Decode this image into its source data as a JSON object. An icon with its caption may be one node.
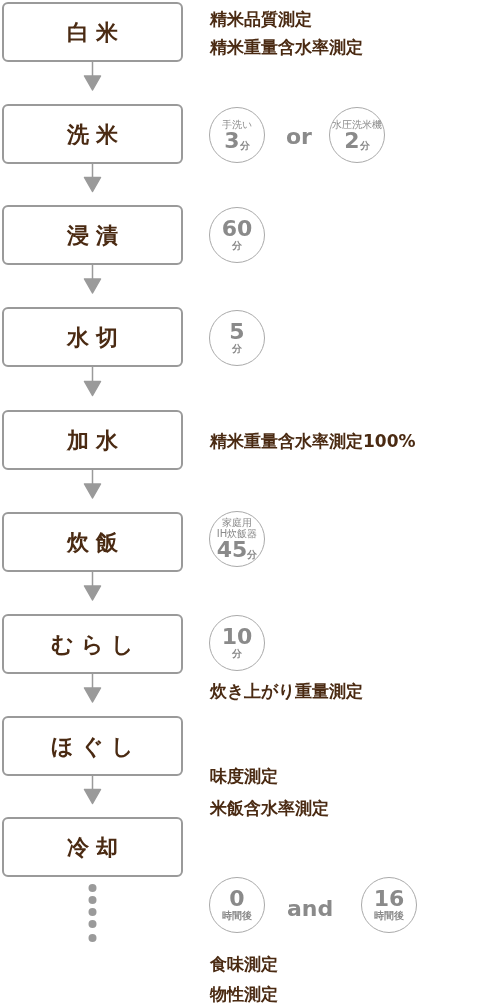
{
  "diagram": {
    "nodes": [
      {
        "text": [
          "白米"
        ],
        "beside": [
          "精米品質測定",
          "精米重量含水率測定"
        ]
      },
      {
        "text": [
          "洗米"
        ]
      },
      {
        "text": [
          "浸漬"
        ]
      },
      {
        "text": [
          "水切"
        ]
      },
      {
        "text": [
          "加水"
        ],
        "beside": [
          "精米重量含水率測定100%"
        ]
      },
      {
        "text": [
          "炊飯"
        ]
      },
      {
        "text": [
          "むらし"
        ]
      },
      {
        "text": [
          "ほぐし"
        ]
      },
      {
        "text": [
          "冷却"
        ]
      },
      {
        "text": [
          "手洗い",
          "3分"
        ]
      },
      {
        "text": [
          "水圧洗米機",
          "2分"
        ]
      },
      {
        "text": [
          "60分"
        ]
      },
      {
        "text": [
          "5分"
        ]
      },
      {
        "text": [
          "家庭用",
          "IH炊飯器",
          "45分"
        ]
      },
      {
        "text": [
          "10分"
        ]
      },
      {
        "text": [
          "0時間後"
        ]
      },
      {
        "text": [
          "16時間後"
        ]
      }
    ],
    "edges": [
      {
        "from": 0,
        "to": 1,
        "arrow": "to"
      },
      {
        "from": 1,
        "to": 2,
        "arrow": "to"
      },
      {
        "from": 2,
        "to": 3,
        "arrow": "to"
      },
      {
        "from": 3,
        "to": 4,
        "arrow": "to"
      },
      {
        "from": 4,
        "to": 5,
        "arrow": "to"
      },
      {
        "from": 5,
        "to": 6,
        "arrow": "to"
      },
      {
        "from": 6,
        "to": 7,
        "arrow": "to"
      },
      {
        "from": 7,
        "to": 8,
        "arrow": "to"
      }
    ],
    "labels": [
      "or",
      "炊き上がり重量測定",
      "味度測定",
      "米飯含水率測定",
      "and",
      "食味測定",
      "物性測定"
    ]
  }
}
